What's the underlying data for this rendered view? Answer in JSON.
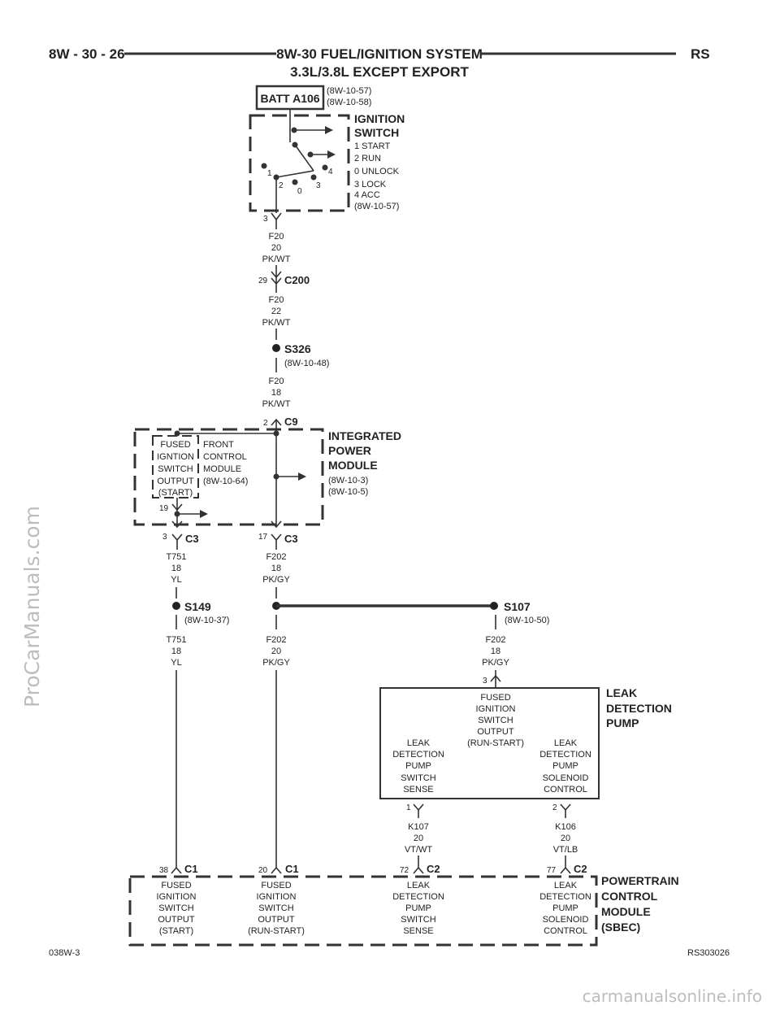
{
  "header": {
    "page_number": "8W - 30 - 26",
    "title_line1": "8W-30 FUEL/IGNITION SYSTEM",
    "title_line2": "3.3L/3.8L EXCEPT EXPORT",
    "code": "RS"
  },
  "batt": {
    "label": "BATT A106",
    "refs": [
      "(8W-10-57)",
      "(8W-10-58)"
    ]
  },
  "ignition_switch": {
    "name_lines": [
      "IGNITION",
      "SWITCH"
    ],
    "positions": [
      "1 START",
      "2 RUN",
      "0 UNLOCK",
      "3 LOCK",
      "4 ACC",
      "(8W-10-57)"
    ],
    "contact_labels": [
      "1",
      "2",
      "0",
      "3",
      "4"
    ],
    "out_pin": "3"
  },
  "wires": {
    "w1": [
      "F20",
      "20",
      "PK/WT"
    ],
    "w2": [
      "F20",
      "22",
      "PK/WT"
    ],
    "w3": [
      "F20",
      "18",
      "PK/WT"
    ],
    "w4": [
      "T751",
      "18",
      "YL"
    ],
    "w5": [
      "F202",
      "18",
      "PK/GY"
    ],
    "w6": [
      "T751",
      "18",
      "YL"
    ],
    "w7": [
      "F202",
      "20",
      "PK/GY"
    ],
    "w8": [
      "F202",
      "18",
      "PK/GY"
    ],
    "w9": [
      "K107",
      "20",
      "VT/WT"
    ],
    "w10": [
      "K106",
      "20",
      "VT/LB"
    ]
  },
  "c200": {
    "pin": "29",
    "label": "C200"
  },
  "s326": {
    "label": "S326",
    "ref": "(8W-10-48)"
  },
  "ipm": {
    "c9_pin": "2",
    "c9_label": "C9",
    "name_lines": [
      "INTEGRATED",
      "POWER",
      "MODULE"
    ],
    "refs": [
      "(8W-10-3)",
      "(8W-10-5)"
    ],
    "inner_box": [
      "FUSED",
      "IGNTION",
      "SWITCH",
      "OUTPUT",
      "(START)"
    ],
    "fcm_text": [
      "FRONT",
      "CONTROL",
      "MODULE",
      "(8W-10-64)"
    ],
    "inner_pin": "19",
    "c3a_pin": "3",
    "c3a_label": "C3",
    "c3b_pin": "17",
    "c3b_label": "C3"
  },
  "s149": {
    "label": "S149",
    "ref": "(8W-10-37)"
  },
  "s107": {
    "label": "S107",
    "ref": "(8W-10-50)"
  },
  "ldp": {
    "pin_top": "3",
    "name_lines": [
      "LEAK",
      "DETECTION",
      "PUMP"
    ],
    "text_top": [
      "FUSED",
      "IGNITION",
      "SWITCH",
      "OUTPUT",
      "(RUN-START)"
    ],
    "text_left": [
      "LEAK",
      "DETECTION",
      "PUMP",
      "SWITCH",
      "SENSE"
    ],
    "text_right": [
      "LEAK",
      "DETECTION",
      "PUMP",
      "SOLENOID",
      "CONTROL"
    ],
    "pin_left": "1",
    "pin_right": "2"
  },
  "pcm": {
    "name_lines": [
      "POWERTRAIN",
      "CONTROL",
      "MODULE",
      "(SBEC)"
    ],
    "c1a": {
      "pin": "38",
      "label": "C1"
    },
    "c1b": {
      "pin": "20",
      "label": "C1"
    },
    "c2a": {
      "pin": "72",
      "label": "C2"
    },
    "c2b": {
      "pin": "77",
      "label": "C2"
    },
    "text1": [
      "FUSED",
      "IGNITION",
      "SWITCH",
      "OUTPUT",
      "(START)"
    ],
    "text2": [
      "FUSED",
      "IGNITION",
      "SWITCH",
      "OUTPUT",
      "(RUN-START)"
    ],
    "text3": [
      "LEAK",
      "DETECTION",
      "PUMP",
      "SWITCH",
      "SENSE"
    ],
    "text4": [
      "LEAK",
      "DETECTION",
      "PUMP",
      "SOLENOID",
      "CONTROL"
    ]
  },
  "footer": {
    "left": "038W-3",
    "right": "RS303026"
  },
  "watermarks": {
    "side": "ProCarManuals.com",
    "bottom": "carmanualsonline.info"
  }
}
